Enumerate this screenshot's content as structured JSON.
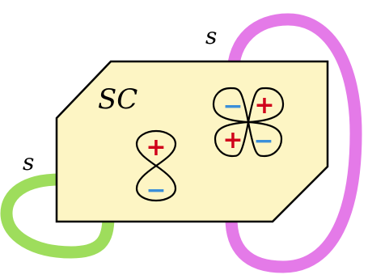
{
  "labels": {
    "sc": "SC",
    "s_left": "s",
    "s_top": "s"
  },
  "signs": {
    "plus": "+",
    "minus": "−"
  },
  "colors": {
    "block_fill": "#fdf5c4",
    "outline": "#000000",
    "green_lead": "#9edd5c",
    "magenta_lead": "#e47ae8",
    "plus": "#d0021b",
    "minus": "#3b8fd9"
  }
}
